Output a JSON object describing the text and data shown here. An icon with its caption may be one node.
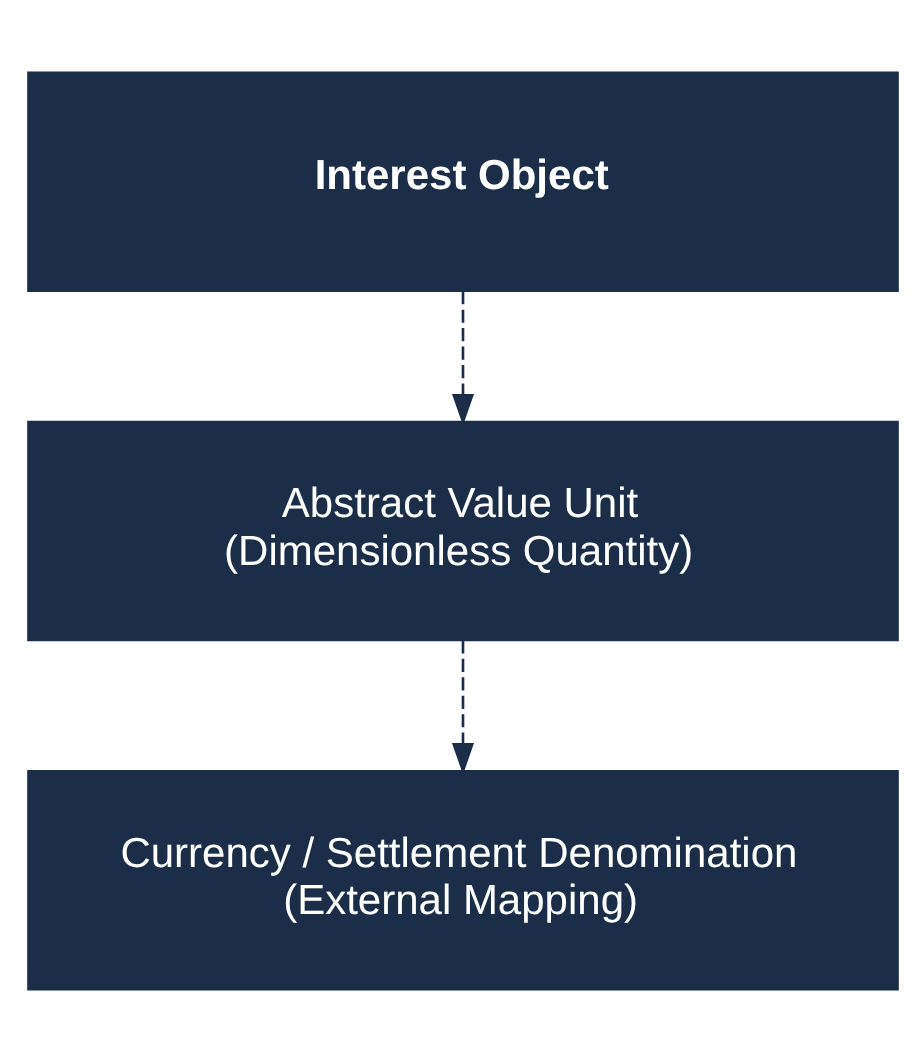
{
  "diagram": {
    "nodes": [
      {
        "text": [
          "Interest Object"
        ]
      },
      {
        "text": [
          "Abstract Value Unit",
          "(Dimensionless Quantity)"
        ]
      },
      {
        "text": [
          "Currency / Settlement Denomination",
          "(External Mapping)"
        ]
      }
    ],
    "edges": [
      {
        "from": 0,
        "to": 1,
        "arrow": "to",
        "style": "dashed"
      },
      {
        "from": 1,
        "to": 2,
        "arrow": "to",
        "style": "dashed"
      }
    ]
  }
}
